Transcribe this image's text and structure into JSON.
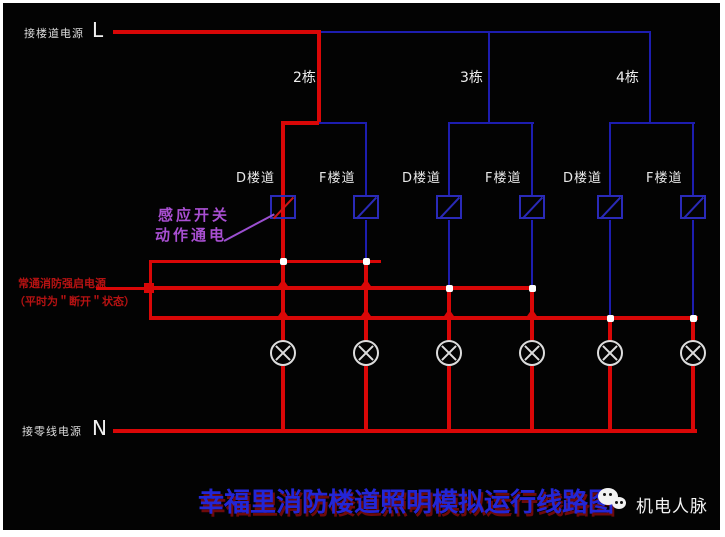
{
  "labels": {
    "phase_source": "接楼道电源",
    "phase_letter": "L",
    "neutral_source": "接零线电源",
    "neutral_letter": "N",
    "buildings": [
      "2栋",
      "3栋",
      "4栋"
    ],
    "corridors": [
      "D楼道",
      "F楼道",
      "D楼道",
      "F楼道",
      "D楼道",
      "F楼道"
    ],
    "sensor_note": {
      "line1": "感应开关",
      "line2": "动作通电"
    },
    "fire_note": {
      "line1": "常通消防强启电源",
      "line2": "（平时为＂断开＂状态）"
    },
    "title": "幸福里消防楼道照明模拟运行线路图",
    "watermark": "机电人脉"
  },
  "colors": {
    "energized_red": "#d90707",
    "idle_blue": "#1d1daf",
    "annotation_purple": "#a94fd2",
    "note_red": "#b51212",
    "text_white": "#e8e8e8",
    "title_blue": "#2326d6"
  },
  "icons": {
    "watermark_logo": "wechat-chat-bubbles"
  }
}
